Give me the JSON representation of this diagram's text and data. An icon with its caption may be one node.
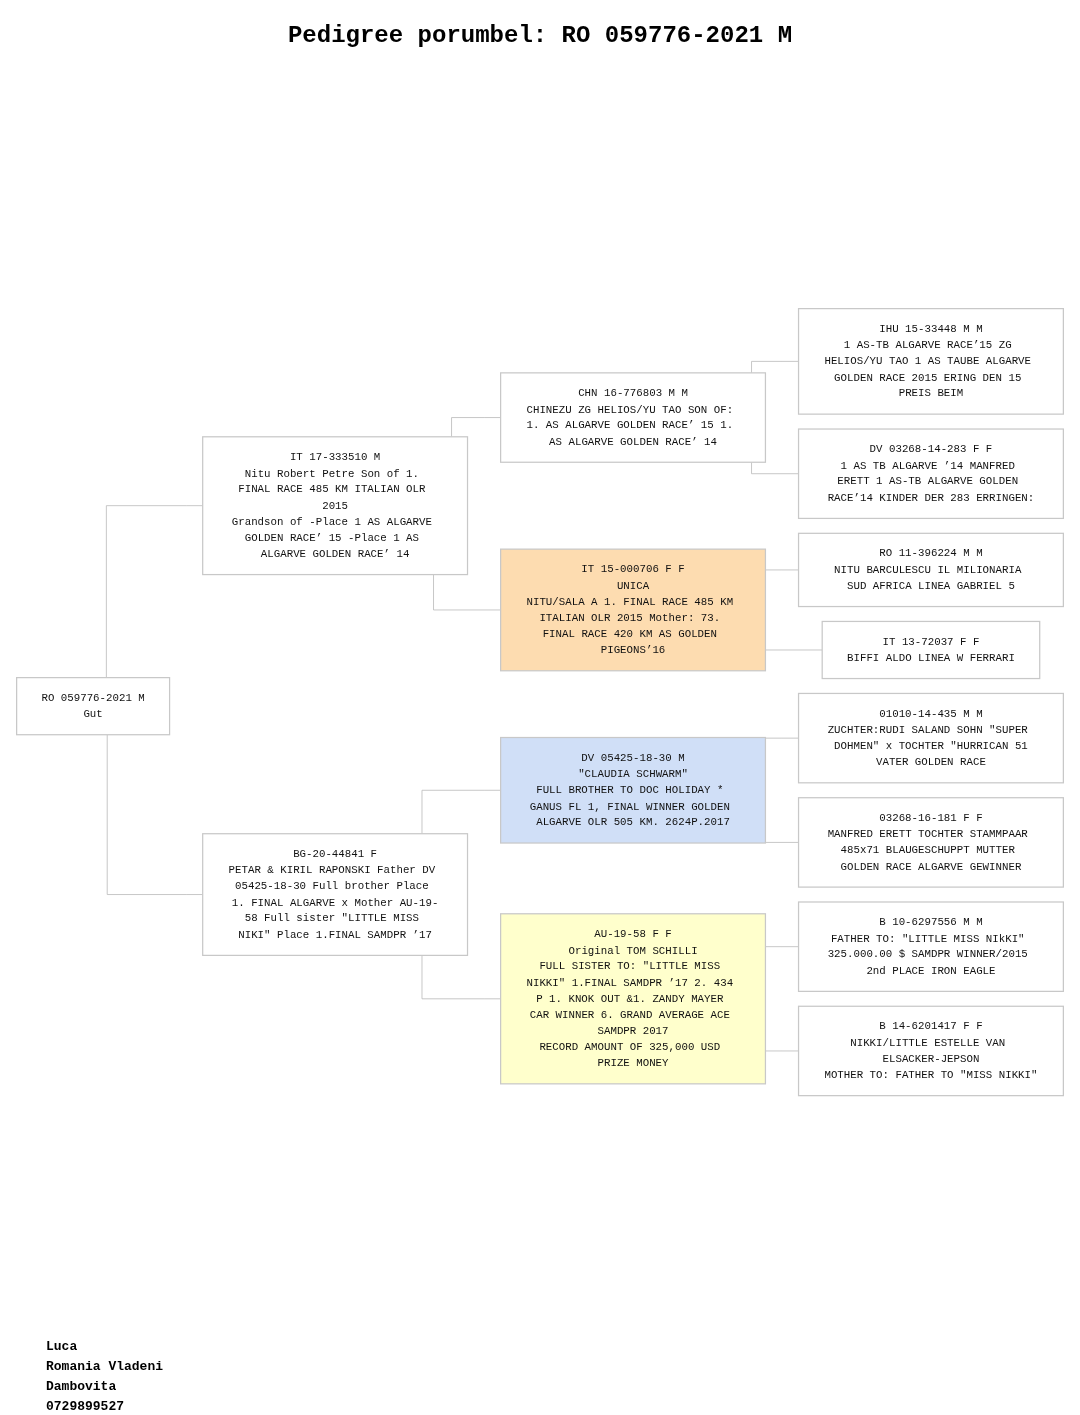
{
  "diagram": {
    "title": "Pedigree porumbel: RO 059776-2021 M",
    "nodes": [
      {
        "text": [
          "RO 059776-2021 M",
          "Gut"
        ]
      },
      {
        "text": [
          "IT 17-333510 M",
          "Nitu Robert Petre Son of 1. FINAL RACE 485 KM ITALIAN OLR 2015",
          "Grandson of -Place 1 AS ALGARVE GOLDEN RACE’ 15 -Place 1 AS ALGARVE GOLDEN RACE’ 14"
        ]
      },
      {
        "text": [
          "BG-20-44841 F",
          "PETAR & KIRIL RAPONSKI Father DV 05425-18-30 Full brother Place 1. FINAL ALGARVE x Mother AU-19-58 Full sister \"LITTLE MISS NIKI\" Place 1.FINAL SAMDPR ’17"
        ]
      },
      {
        "text": [
          "CHN 16-776803 M M",
          "CHINEZU ZG HELIOS/YU TAO SON OF: 1. AS ALGARVE GOLDEN RACE’ 15 1. AS ALGARVE GOLDEN RACE’ 14"
        ]
      },
      {
        "text": [
          "IT 15-000706 F F",
          "UNICA",
          "NITU/SALA A 1. FINAL RACE 485 KM ITALIAN OLR 2015 Mother: 73. FINAL RACE 420 KM AS GOLDEN PIGEONS’16"
        ]
      },
      {
        "text": [
          "DV 05425-18-30 M",
          "\"CLAUDIA SCHWARM\"",
          "FULL BROTHER TO DOC HOLIDAY * GANUS FL 1, FINAL WINNER GOLDEN ALGARVE OLR 505 KM. 2624P.2017"
        ]
      },
      {
        "text": [
          "AU-19-58 F F",
          "Original TOM SCHILLI",
          "FULL SISTER TO: \"LITTLE MISS NIKKI\" 1.FINAL SAMDPR ’17 2. 434 P 1. KNOK OUT &1. ZANDY MAYER CAR WINNER 6. GRAND AVERAGE ACE SAMDPR 2017",
          "RECORD AMOUNT OF 325,000 USD PRIZE MONEY"
        ]
      },
      {
        "text": [
          "IHU 15-33448 M M",
          "1 AS-TB ALGARVE RACE’15 ZG HELIOS/YU TAO 1 AS TAUBE ALGARVE GOLDEN RACE 2015 ERING DEN 15 PREIS BEIM"
        ]
      },
      {
        "text": [
          "DV 03268-14-283 F F",
          "1 AS TB ALGARVE ’14 MANFRED ERETT 1 AS-TB ALGARVE GOLDEN RACE’14 KINDER DER 283 ERRINGEN:"
        ]
      },
      {
        "text": [
          "RO 11-396224 M M",
          "NITU BARCULESCU IL MILIONARIA SUD AFRICA LINEA GABRIEL 5"
        ]
      },
      {
        "text": [
          "IT 13-72037 F F",
          "BIFFI ALDO LINEA W FERRARI"
        ]
      },
      {
        "text": [
          "01010-14-435 M M",
          "ZUCHTER:RUDI SALAND SOHN \"SUPER DOHMEN\" x TOCHTER \"HURRICAN 51",
          "VATER GOLDEN RACE"
        ]
      },
      {
        "text": [
          "03268-16-181 F F",
          "MANFRED ERETT TOCHTER STAMMPAAR 485x71 BLAUGESCHUPPT MUTTER GOLDEN RACE ALGARVE GEWINNER"
        ]
      },
      {
        "text": [
          "B 10-6297556 M M",
          "FATHER TO: \"LITTLE MISS NIkKI\" 325.000.00 $ SAMDPR WINNER/2015 2nd PLACE IRON EAGLE"
        ]
      },
      {
        "text": [
          "B 14-6201417 F F",
          "NIKKI/LITTLE ESTELLE VAN ELSACKER-JEPSON",
          "MOTHER TO: FATHER TO \"MISS NIKKI\""
        ]
      }
    ],
    "edges": [
      {
        "from": 0,
        "to": 1,
        "arrow": "none"
      },
      {
        "from": 0,
        "to": 2,
        "arrow": "none"
      },
      {
        "from": 1,
        "to": 3,
        "arrow": "none"
      },
      {
        "from": 1,
        "to": 4,
        "arrow": "none"
      },
      {
        "from": 2,
        "to": 5,
        "arrow": "none"
      },
      {
        "from": 2,
        "to": 6,
        "arrow": "none"
      },
      {
        "from": 3,
        "to": 7,
        "arrow": "none"
      },
      {
        "from": 3,
        "to": 8,
        "arrow": "none"
      },
      {
        "from": 4,
        "to": 9,
        "arrow": "none"
      },
      {
        "from": 4,
        "to": 10,
        "arrow": "none"
      },
      {
        "from": 5,
        "to": 11,
        "arrow": "none"
      },
      {
        "from": 5,
        "to": 12,
        "arrow": "none"
      },
      {
        "from": 6,
        "to": 13,
        "arrow": "none"
      },
      {
        "from": 6,
        "to": 14,
        "arrow": "none"
      }
    ],
    "labels": [
      "Luca",
      "Romania Vladeni",
      "Dambovita",
      "0729899527"
    ]
  }
}
